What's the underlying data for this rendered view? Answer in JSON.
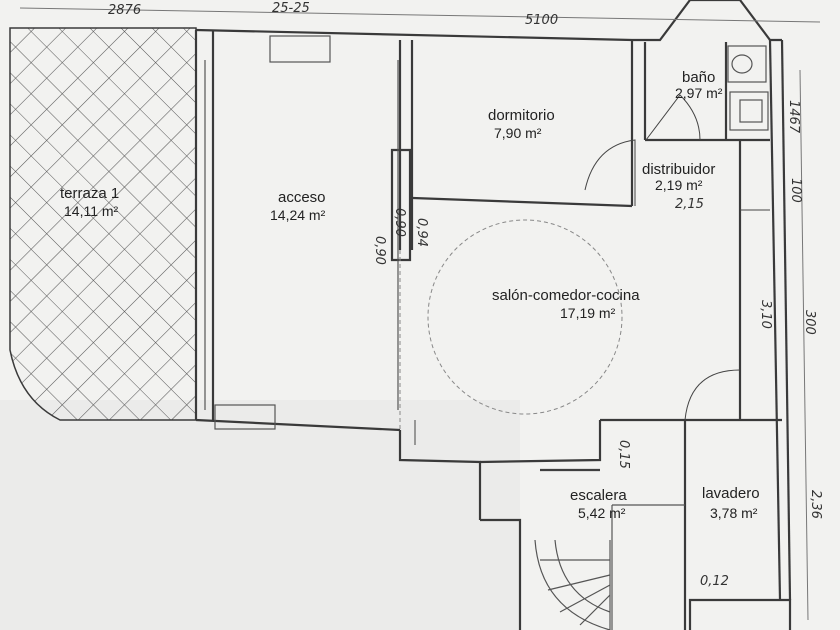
{
  "rooms": {
    "terraza": {
      "name": "terraza 1",
      "area": "14,11 m²"
    },
    "acceso": {
      "name": "acceso",
      "area": "14,24 m²"
    },
    "dormitorio": {
      "name": "dormitorio",
      "area": "7,90 m²"
    },
    "bano": {
      "name": "baño",
      "area": "2,97 m²"
    },
    "distribuidor": {
      "name": "distribuidor",
      "area": "2,19 m²"
    },
    "salon": {
      "name": "salón-comedor-cocina",
      "area": "17,19 m²"
    },
    "escalera": {
      "name": "escalera",
      "area": "5,42 m²"
    },
    "lavadero": {
      "name": "lavadero",
      "area": "3,78 m²"
    }
  },
  "dimensions": {
    "top_left": "2876",
    "top_mid": "25-25",
    "top_right": "5100",
    "right_1": "1467",
    "right_2": "100",
    "right_3": "300",
    "right_4": "2,36",
    "dist_note": "2,15",
    "salon_side": "3,10",
    "wall_a": "0,90",
    "wall_b": "0,90",
    "wall_c": "0,94",
    "esc_note": "0,15",
    "lav_note": "0,12"
  },
  "colors": {
    "paper": "#f2f2f0",
    "lines": "#3a3a3a",
    "hatch": "#555555"
  }
}
